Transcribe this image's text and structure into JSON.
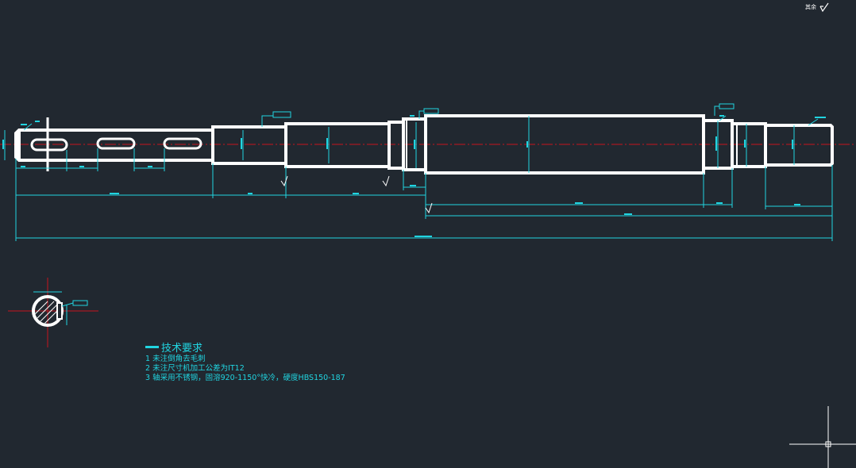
{
  "drawing": {
    "title_block": {
      "surface_symbol_label": "其余",
      "surface_symbol_icon": "roughness-check-icon"
    },
    "tech_requirements": {
      "title": "技术要求",
      "items": [
        "1 未注倒角去毛刺",
        "2 未注尺寸机加工公差为IT12",
        "3  轴采用不锈钢，固溶920-1150°快冷，硬度HBS150-187"
      ]
    },
    "colors": {
      "background": "#212830",
      "outline": "#ffffff",
      "dimension": "#21d4e0",
      "centerline": "#c8141e"
    }
  }
}
